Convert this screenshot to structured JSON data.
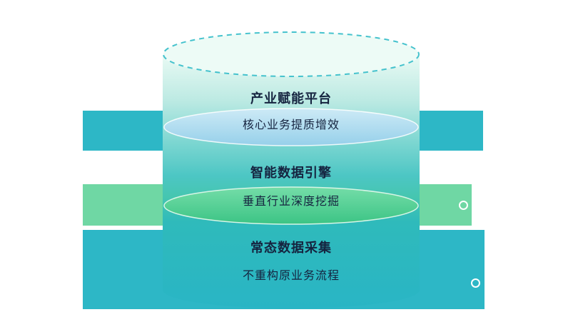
{
  "diagram": {
    "type": "layered-cylinder",
    "tiers": [
      {
        "title": "产业赋能平台",
        "subtitle": "核心业务提质增效"
      },
      {
        "title": "智能数据引擎",
        "subtitle": "垂直行业深度挖掘"
      },
      {
        "title": "常态数据采集",
        "subtitle": "不重构原业务流程"
      }
    ],
    "colors": {
      "band_teal": "#2db7c6",
      "band_green": "#6fd7a4",
      "cyl_top_fill": "#edfbf6",
      "cyl_dash_stroke": "#45c2cd",
      "divider_blue": "#a8dcee",
      "divider_green": "#4cc88e",
      "cyl_teal": "#29b5c5",
      "text": "#15233f"
    }
  }
}
